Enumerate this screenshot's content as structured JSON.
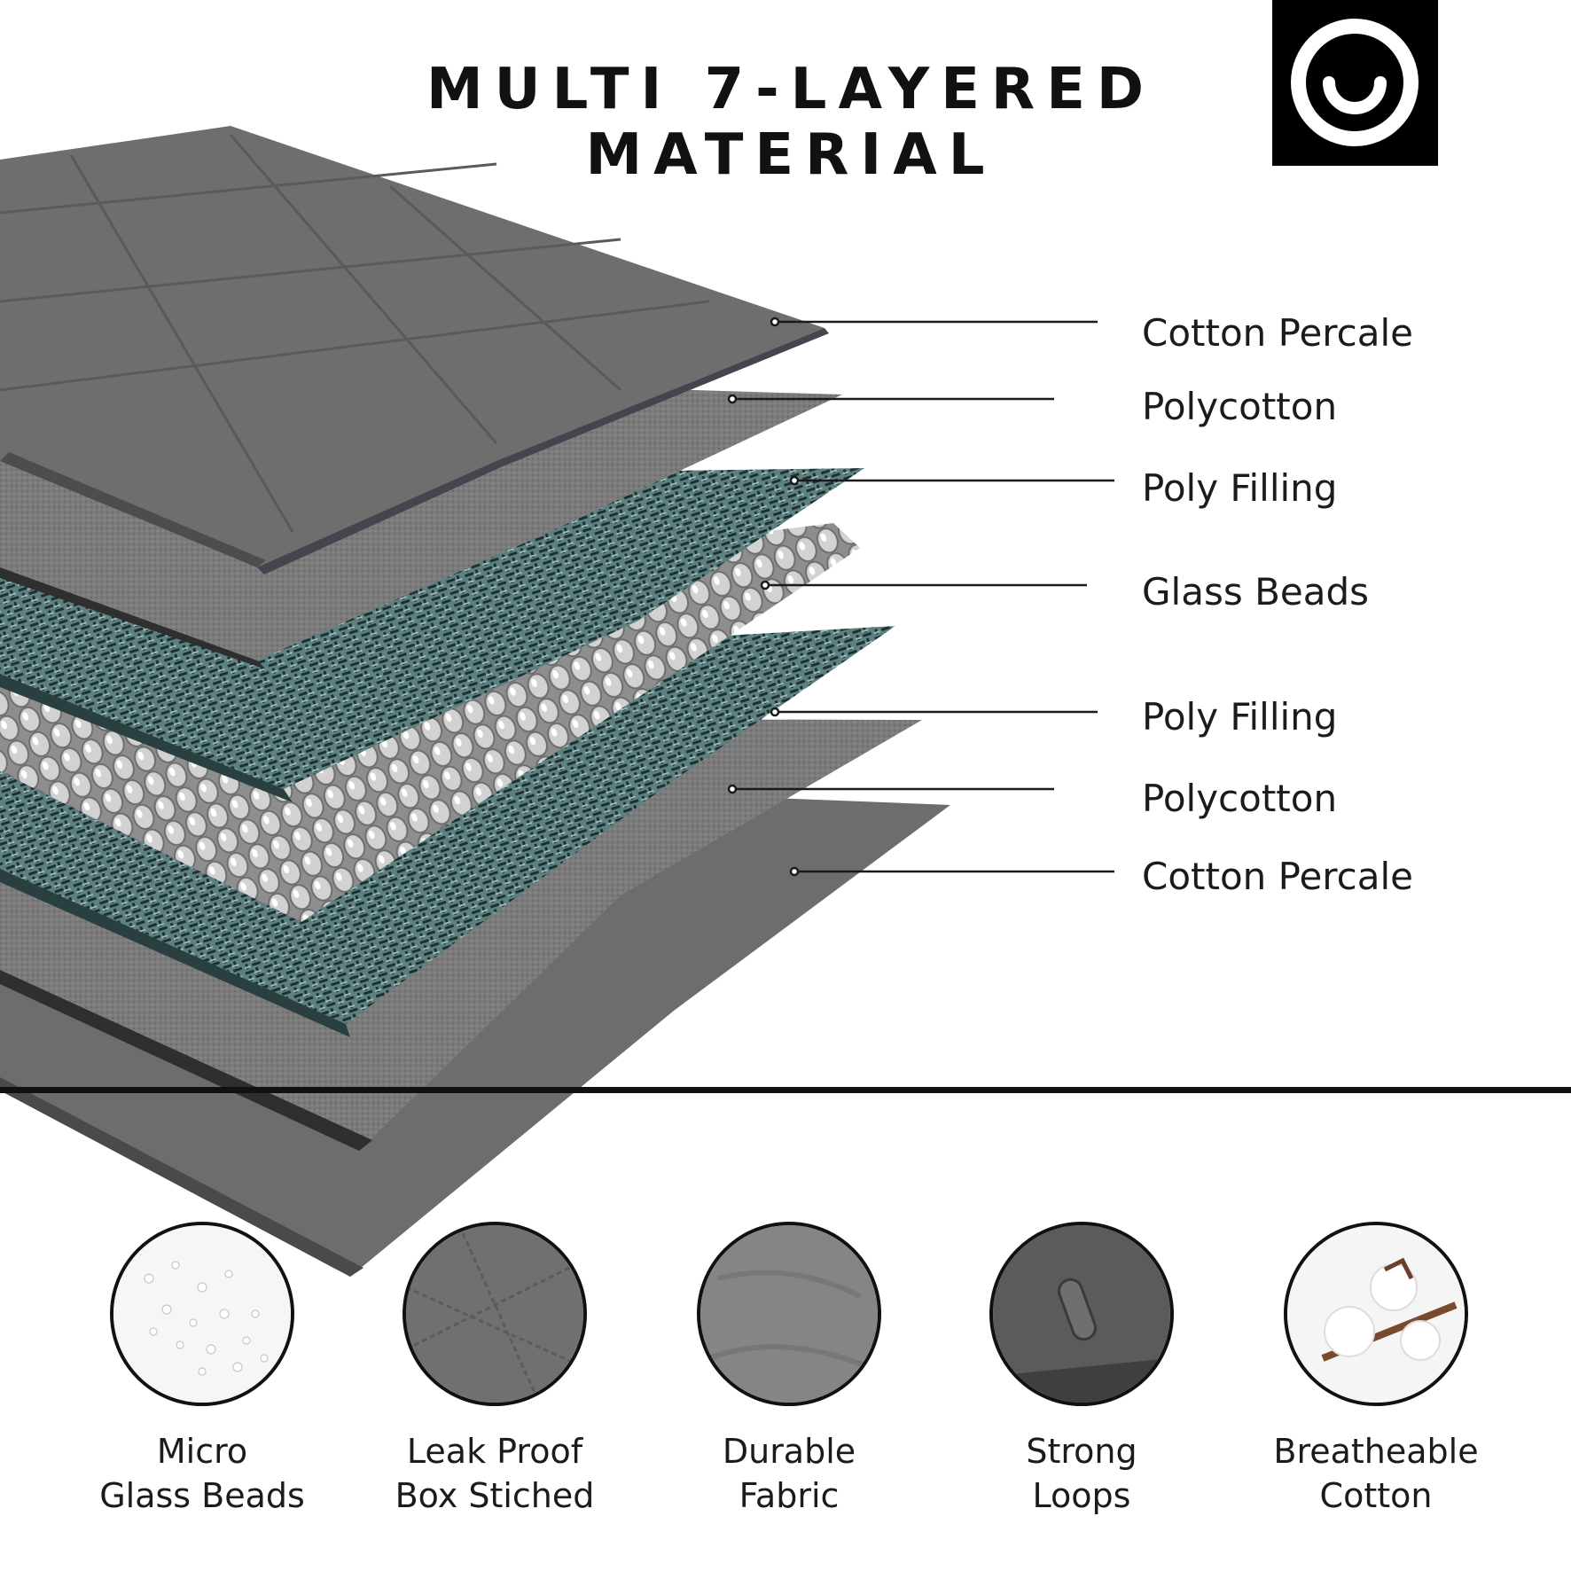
{
  "header": {
    "title_line1": "MULTI 7-LAYERED",
    "title_line2": "MATERIAL"
  },
  "logo": {
    "icon": "smile-logo-icon"
  },
  "layers": [
    {
      "label": "Cotton Percale"
    },
    {
      "label": "Polycotton"
    },
    {
      "label": "Poly Filling"
    },
    {
      "label": "Glass Beads"
    },
    {
      "label": "Poly Filling"
    },
    {
      "label": "Polycotton"
    },
    {
      "label": "Cotton Percale"
    }
  ],
  "features": [
    {
      "line1": "Micro",
      "line2": "Glass Beads",
      "icon": "glass-beads-icon"
    },
    {
      "line1": "Leak Proof",
      "line2": "Box Stiched",
      "icon": "box-stitch-icon"
    },
    {
      "line1": "Durable",
      "line2": "Fabric",
      "icon": "fabric-icon"
    },
    {
      "line1": "Strong",
      "line2": "Loops",
      "icon": "loop-icon"
    },
    {
      "line1": "Breatheable",
      "line2": "Cotton",
      "icon": "cotton-icon"
    }
  ],
  "colors": {
    "cotton": "#6b6b6b",
    "polycotton": "#7a7a7a",
    "poly_filling": "#4f6e6e",
    "beads": "#b8b8b8",
    "accent": "#000000"
  }
}
